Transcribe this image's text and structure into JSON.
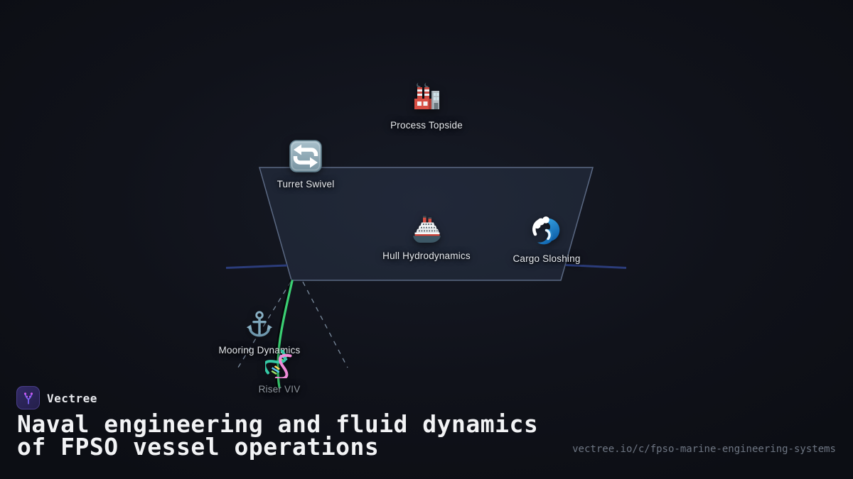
{
  "brand": {
    "name": "Vectree"
  },
  "title": {
    "line1": "Naval engineering and fluid dynamics",
    "line2": "of FPSO vessel operations"
  },
  "watermark_url": "vectree.io/c/fpso-marine-engineering-systems",
  "diagram": {
    "description": "FPSO vessel cross-section concept map with hull, waterline, mooring lines and riser",
    "nodes": [
      {
        "id": "process-topside",
        "label": "Process Topside",
        "icon": "factory-icon"
      },
      {
        "id": "turret-swivel",
        "label": "Turret Swivel",
        "icon": "swap-arrows-icon"
      },
      {
        "id": "hull-hydrodynamics",
        "label": "Hull Hydrodynamics",
        "icon": "ship-icon"
      },
      {
        "id": "cargo-sloshing",
        "label": "Cargo Sloshing",
        "icon": "wave-icon"
      },
      {
        "id": "mooring-dynamics",
        "label": "Mooring Dynamics",
        "icon": "anchor-icon"
      },
      {
        "id": "riser-viv",
        "label": "Riser VIV",
        "icon": "dna-icon",
        "muted": true
      }
    ],
    "colors": {
      "background": "#0f1119",
      "hull_fill": "rgba(96,118,160,0.16)",
      "hull_stroke": "#5b6983",
      "waterline": "#2b3c7a",
      "mooring_line": "#93a7bd",
      "riser": "#3bd073",
      "label": "#e7eaee",
      "label_muted": "#8f969f",
      "url_text": "#6e7683",
      "logo_purple": "#7a5ff0",
      "logo_magenta": "#cf5bf2"
    }
  }
}
